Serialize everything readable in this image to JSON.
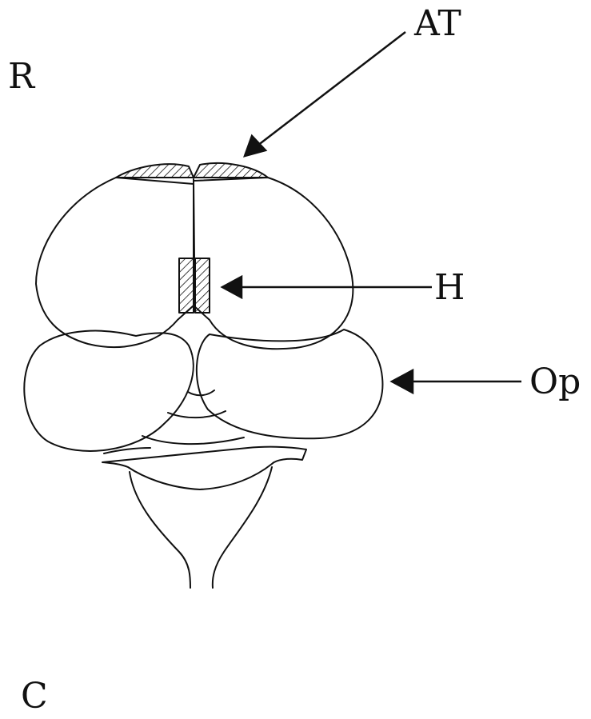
{
  "labels": {
    "rostral": "R",
    "caudal": "C",
    "at": "AT",
    "h": "H",
    "op": "Op"
  },
  "colors": {
    "ink": "#111111",
    "background": "#ffffff"
  }
}
